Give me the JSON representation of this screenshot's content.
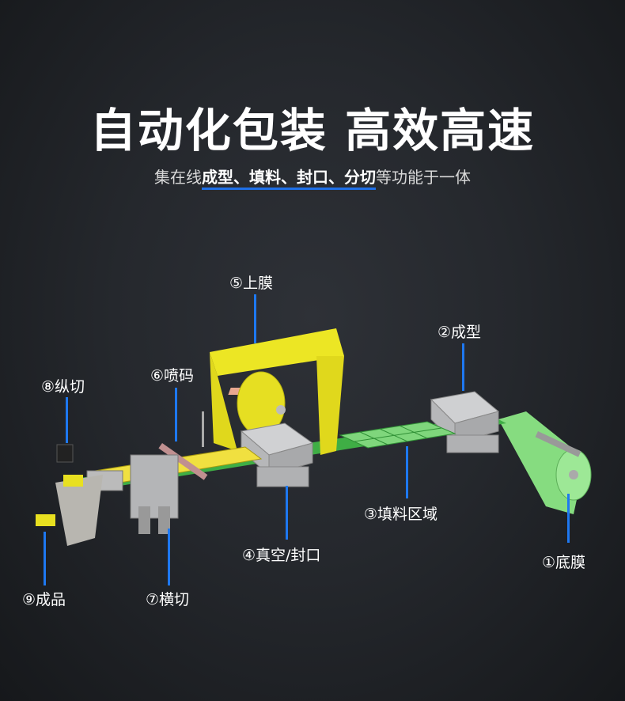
{
  "title": "自动化包装 高效高速",
  "subtitle": {
    "prefix": "集在线",
    "highlight": "成型、填料、封口、分切",
    "suffix": "等功能于一体"
  },
  "labels": {
    "l1": "①底膜",
    "l2": "②成型",
    "l3": "③填料区域",
    "l4": "④真空/封口",
    "l5": "⑤上膜",
    "l6": "⑥喷码",
    "l7": "⑦横切",
    "l8": "⑧纵切",
    "l9": "⑨成品"
  },
  "colors": {
    "accent": "#1e78f0",
    "top_film": "#e8e21c",
    "bottom_film": "#8ee08a",
    "tray": "#f0e040"
  }
}
